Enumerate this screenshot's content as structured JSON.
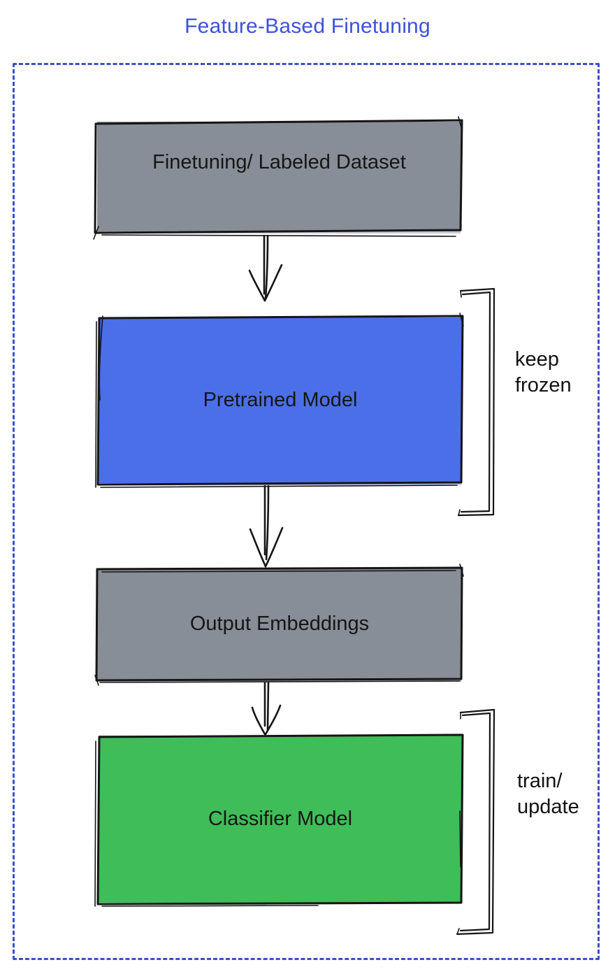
{
  "title": "Feature-Based Finetuning",
  "colors": {
    "title_text": "#3C52D8",
    "dotted_border": "#3B51C6",
    "gray_fill": "#878E97",
    "blue_fill": "#4A6FE9",
    "green_fill": "#3FBD58",
    "stroke": "#151515",
    "label_text": "#161616"
  },
  "nodes": [
    {
      "id": "dataset",
      "label": "Finetuning/ Labeled Dataset",
      "fill": "#878E97"
    },
    {
      "id": "pretrained",
      "label": "Pretrained Model",
      "fill": "#4A6FE9"
    },
    {
      "id": "embeddings",
      "label": "Output Embeddings",
      "fill": "#878E97"
    },
    {
      "id": "classifier",
      "label": "Classifier Model",
      "fill": "#3FBD58"
    }
  ],
  "annotations": [
    {
      "id": "keep-frozen",
      "text": "keep\nfrozen",
      "attached_to": "pretrained"
    },
    {
      "id": "train-update",
      "text": "train/\nupdate",
      "attached_to": "classifier"
    }
  ],
  "edges": [
    {
      "from": "dataset",
      "to": "pretrained"
    },
    {
      "from": "pretrained",
      "to": "embeddings"
    },
    {
      "from": "embeddings",
      "to": "classifier"
    }
  ]
}
